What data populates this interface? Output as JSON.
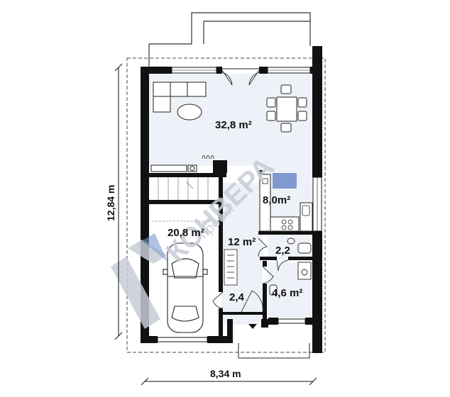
{
  "rooms": {
    "living": "32,8 m²",
    "kitchen": "8,0m²",
    "garage": "20,8 m²",
    "hall": "12 m²",
    "wc": "2,2",
    "bath": "4,6 m²",
    "vestibule": "2,4"
  },
  "dimensions": {
    "width": "8,34 m",
    "height": "12,84 m"
  },
  "watermark": {
    "brand": "КОНВЕРА",
    "sub": "проект"
  },
  "colors": {
    "wall": "#111111",
    "floor_light": "#eef2f8",
    "floor_garage": "#ffffff",
    "watermark": "#c7ccd6",
    "accent_blue": "#7f9ad0"
  }
}
